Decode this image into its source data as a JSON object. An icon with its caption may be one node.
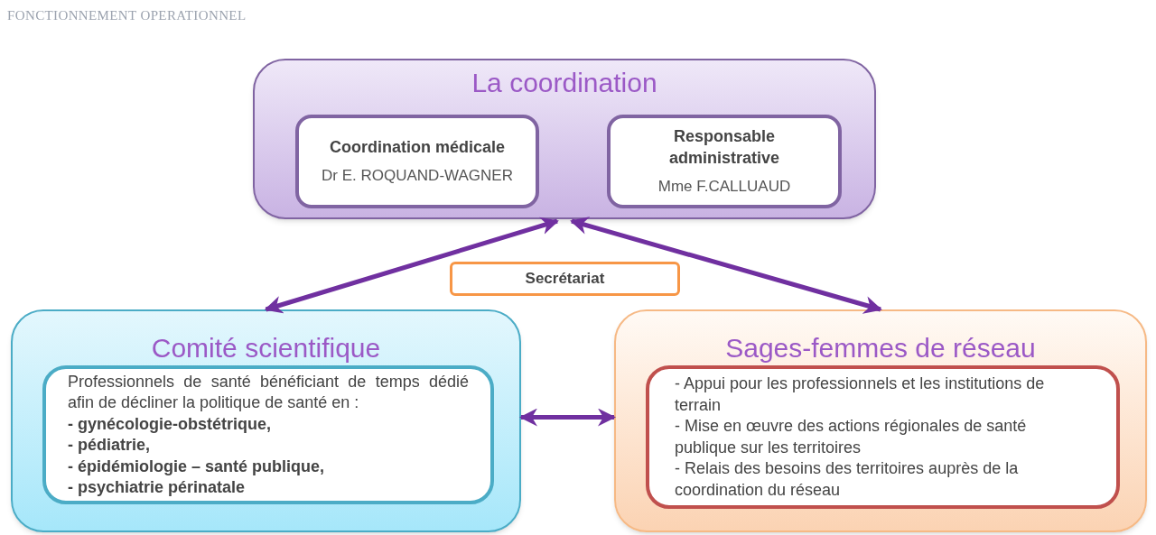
{
  "diagram": {
    "title": "FONCTIONNEMENT OPERATIONNEL",
    "nodes": [
      {
        "text": [
          "La coordination"
        ]
      },
      {
        "text": [
          "Coordination médicale",
          "Dr E. ROQUAND-WAGNER"
        ],
        "in": 0
      },
      {
        "text": [
          "Responsable administrative",
          "Mme F.CALLUAUD"
        ],
        "in": 0
      },
      {
        "text": [
          "Secrétariat"
        ]
      },
      {
        "text": [
          "Comité scientifique"
        ]
      },
      {
        "text": [
          "Professionnels de santé bénéficiant de temps dédié afin de décliner la politique de santé en :",
          "-  gynécologie-obstétrique,",
          "-  pédiatrie,",
          "-  épidémiologie – santé publique,",
          "-  psychiatrie périnatale"
        ],
        "in": 4
      },
      {
        "text": [
          "Sages-femmes de réseau"
        ]
      },
      {
        "text": [
          "- Appui pour les  professionnels et les institutions de terrain",
          "- Mise en œuvre des actions régionales de santé publique sur les territoires",
          "- Relais des besoins des territoires auprès de la coordination du réseau"
        ],
        "in": 6
      }
    ],
    "edges": [
      {
        "from": 0,
        "to": 4,
        "arrow": "both"
      },
      {
        "from": 0,
        "to": 6,
        "arrow": "both"
      },
      {
        "from": 4,
        "to": 6,
        "arrow": "both"
      }
    ]
  }
}
